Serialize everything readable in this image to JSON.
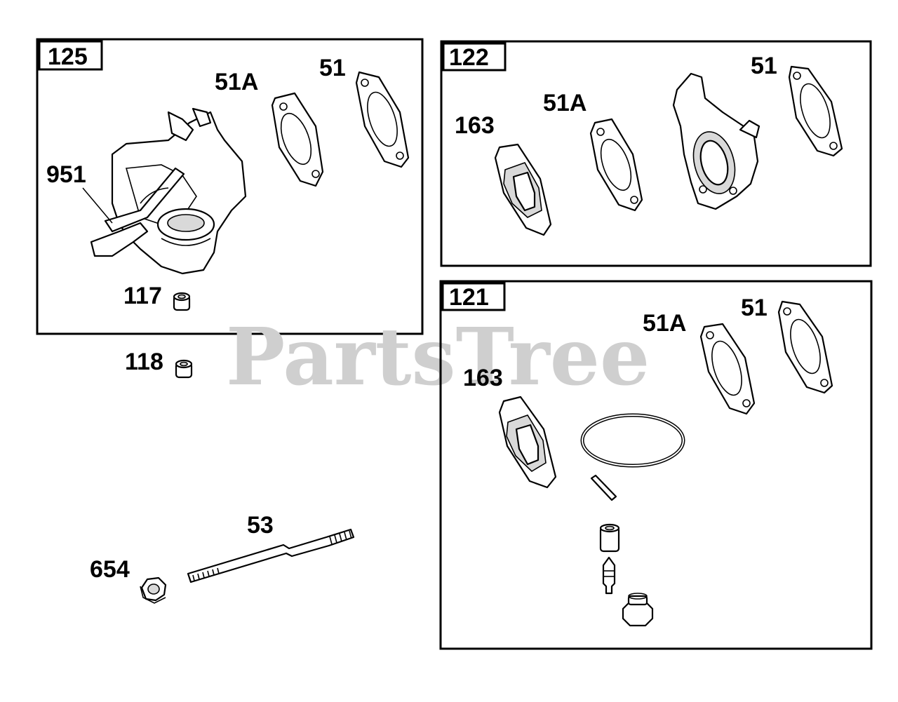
{
  "watermark": "PartsTree",
  "groups": [
    {
      "number": "125",
      "callouts": {
        "gasket_51a": "51A",
        "gasket_51": "51",
        "throttle": "951",
        "jet": "117"
      }
    },
    {
      "number": "122",
      "callouts": {
        "gasket_51": "51",
        "gasket_51a": "51A",
        "gasket_163": "163"
      }
    },
    {
      "number": "121",
      "callouts": {
        "gasket_51a": "51A",
        "gasket_51": "51",
        "gasket_163": "163"
      }
    }
  ],
  "loose_parts": {
    "jet_118": "118",
    "stud_53": "53",
    "nut_654": "654"
  }
}
